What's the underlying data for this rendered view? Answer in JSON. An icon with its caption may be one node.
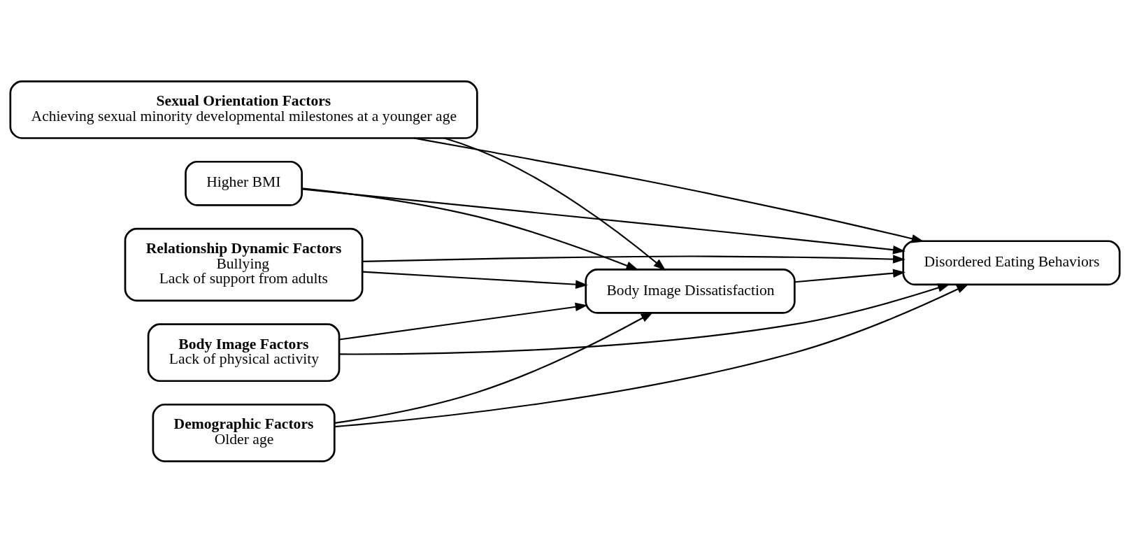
{
  "diagram": {
    "nodes": [
      {
        "text": [
          "Sexual Orientation Factors",
          "Achieving sexual minority developmental milestones at a younger age"
        ]
      },
      {
        "text": [
          "Higher BMI"
        ]
      },
      {
        "text": [
          "Relationship Dynamic Factors",
          "Bullying",
          "Lack of support from adults"
        ]
      },
      {
        "text": [
          "Body Image Factors",
          "Lack of physical activity"
        ]
      },
      {
        "text": [
          "Body Image Dissatisfaction"
        ]
      },
      {
        "text": [
          "Disordered Eating Behaviors"
        ]
      },
      {
        "text": [
          "Demographic Factors",
          "Older age"
        ]
      }
    ],
    "edges": [
      {
        "from": 0,
        "to": 4,
        "arrow": "to"
      },
      {
        "from": 0,
        "to": 5,
        "arrow": "to"
      },
      {
        "from": 1,
        "to": 4,
        "arrow": "to"
      },
      {
        "from": 1,
        "to": 5,
        "arrow": "to"
      },
      {
        "from": 2,
        "to": 4,
        "arrow": "to"
      },
      {
        "from": 2,
        "to": 5,
        "arrow": "to"
      },
      {
        "from": 3,
        "to": 4,
        "arrow": "to"
      },
      {
        "from": 3,
        "to": 5,
        "arrow": "to"
      },
      {
        "from": 6,
        "to": 4,
        "arrow": "to"
      },
      {
        "from": 6,
        "to": 5,
        "arrow": "to"
      },
      {
        "from": 4,
        "to": 5,
        "arrow": "to"
      }
    ]
  }
}
